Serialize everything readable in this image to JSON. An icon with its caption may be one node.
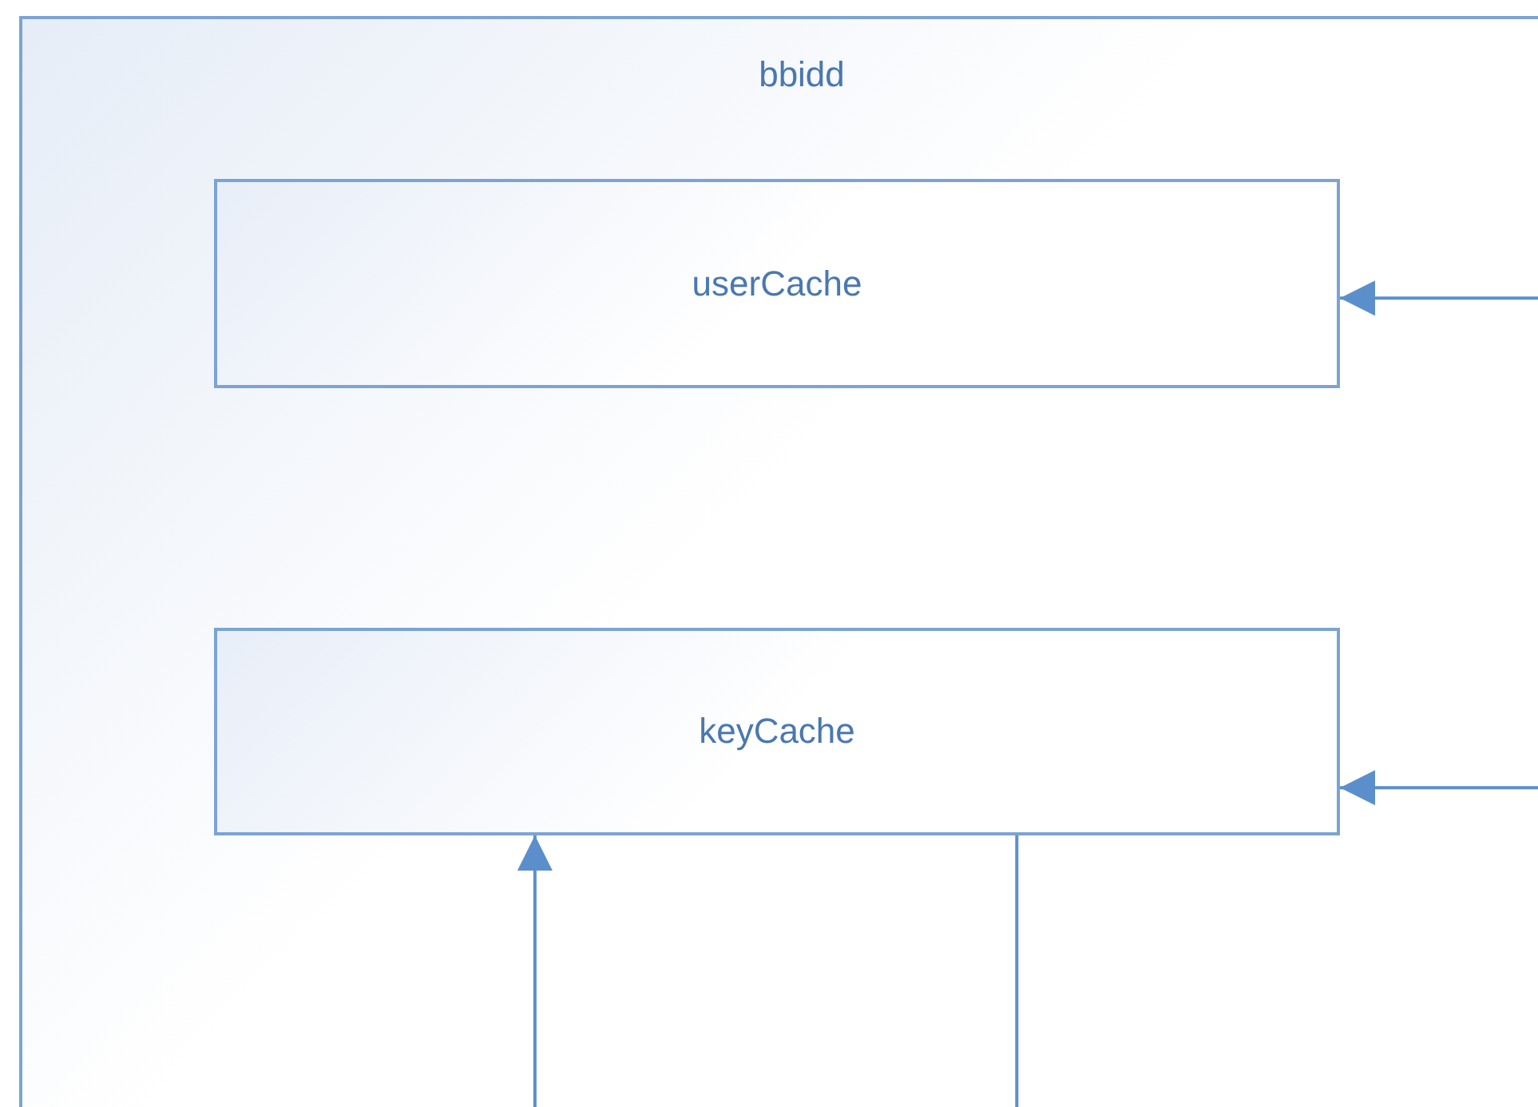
{
  "diagram": {
    "nodes": [
      {
        "text": [
          "bbidd"
        ]
      },
      {
        "text": [
          "userCache"
        ],
        "in": 0
      },
      {
        "text": [
          "keyCache"
        ],
        "in": 0
      }
    ],
    "edges": [
      {
        "from": null,
        "to": 1,
        "arrow": "to"
      },
      {
        "from": null,
        "to": 2,
        "arrow": "to"
      },
      {
        "from": null,
        "to": 2,
        "arrow": "to"
      },
      {
        "from": 2,
        "to": null,
        "arrow": "none"
      }
    ]
  }
}
